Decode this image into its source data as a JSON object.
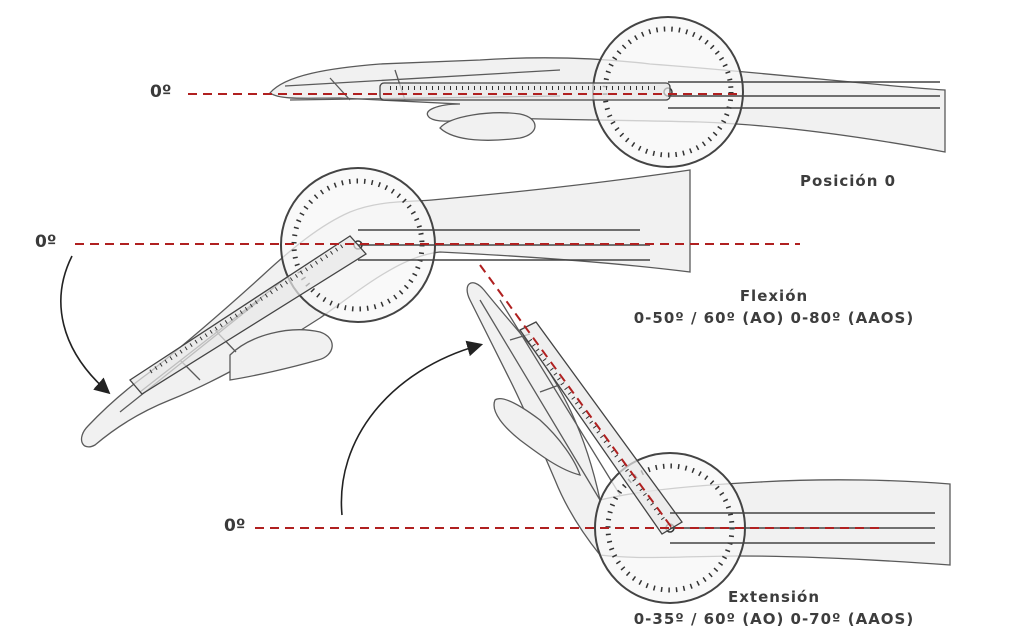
{
  "zero_labels": {
    "top": "0º",
    "middle": "0º",
    "bottom": "0º"
  },
  "captions": {
    "position_zero": "Posición 0",
    "flexion_title": "Flexión",
    "flexion_range": "0-50º / 60º (AO) 0-80º (AAOS)",
    "extension_title": "Extensión",
    "extension_range": "0-35º / 60º (AO) 0-70º (AAOS)"
  },
  "colors": {
    "reference_line": "#b02020",
    "arrow": "#222222",
    "sketch": "#5a5a5a",
    "text": "#3d3d3d"
  }
}
